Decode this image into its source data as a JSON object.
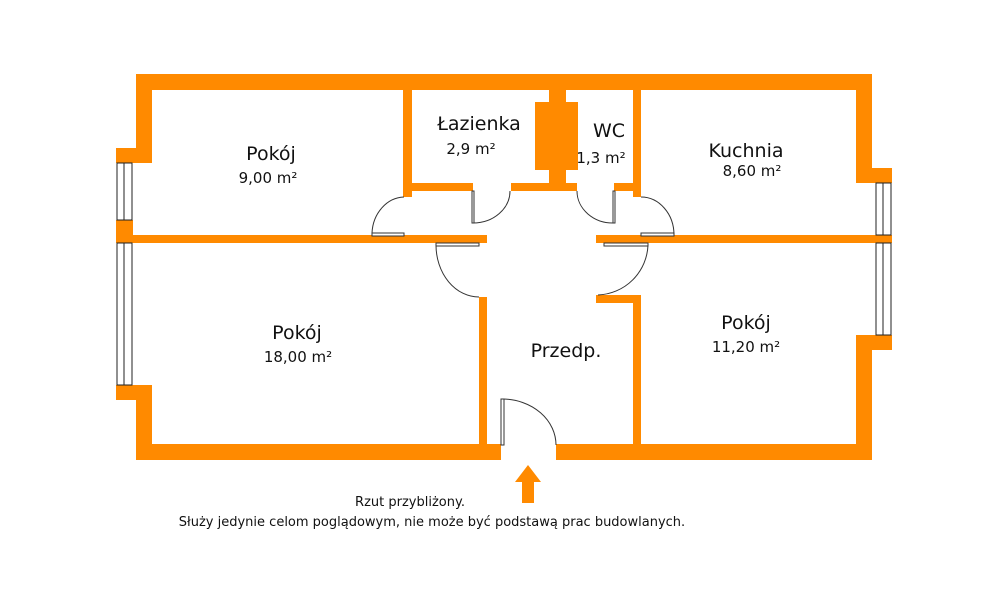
{
  "colors": {
    "wall": "#ff8a00"
  },
  "rooms": [
    {
      "name": "Pokój",
      "area": "9,00 m²"
    },
    {
      "name": "Łazienka",
      "area": "2,9 m²"
    },
    {
      "name": "WC",
      "area": "1,3 m²"
    },
    {
      "name": "Kuchnia",
      "area": "8,60 m²"
    },
    {
      "name": "Pokój",
      "area": "18,00 m²"
    },
    {
      "name": "Przedp.",
      "area": ""
    },
    {
      "name": "Pokój",
      "area": "11,20 m²"
    }
  ],
  "note": {
    "line1": "Rzut przybliżony.",
    "line2": "Służy jedynie celom poglądowym, nie może być podstawą prac budowlanych."
  }
}
